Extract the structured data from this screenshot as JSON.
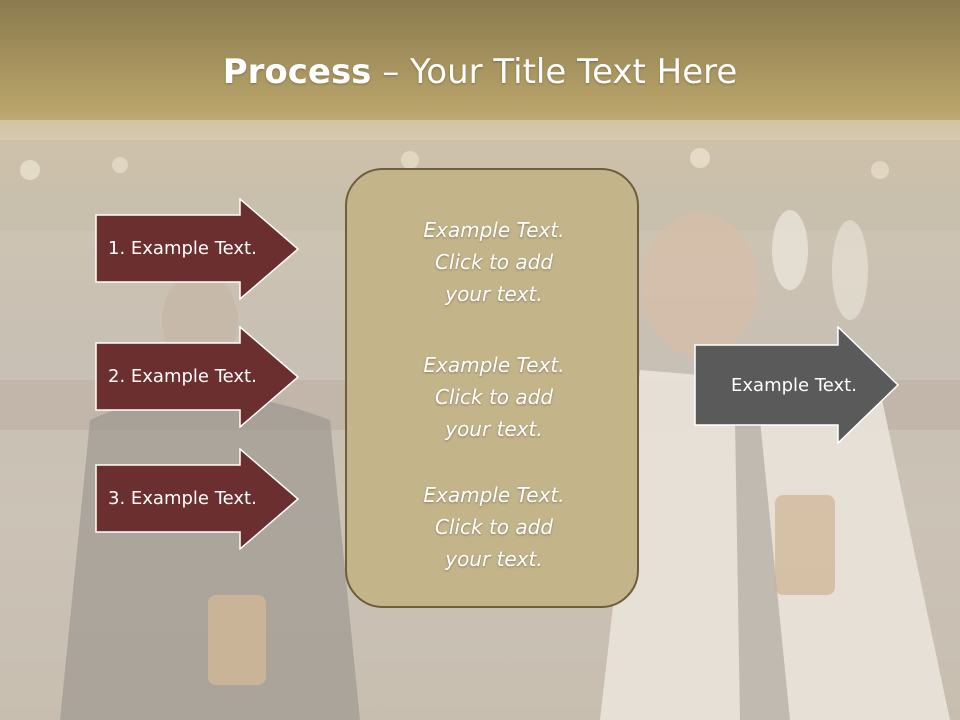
{
  "slide": {
    "title_bold": "Process",
    "title_rest": " – Your Title Text Here"
  },
  "left_steps": [
    {
      "label": "1. Example Text."
    },
    {
      "label": "2. Example Text."
    },
    {
      "label": "3. Example Text."
    }
  ],
  "center_items": [
    {
      "line1": "Example Text.",
      "line2": "Click  to add",
      "line3": "your text."
    },
    {
      "line1": "Example Text.",
      "line2": "Click  to add",
      "line3": "your text."
    },
    {
      "line1": "Example Text.",
      "line2": "Click  to add",
      "line3": "your text."
    }
  ],
  "right_step": {
    "label": "Example Text."
  },
  "colors": {
    "left_arrow_fill": "#6b2f2f",
    "right_arrow_fill": "#5a5a5a",
    "center_box_fill": "#c3b48a",
    "title_band": "#b9a46a"
  }
}
